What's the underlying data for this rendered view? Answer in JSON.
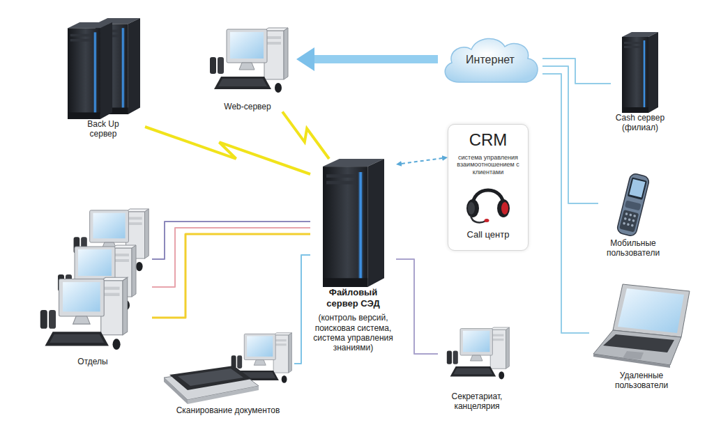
{
  "diagram": {
    "nodes": [
      {
        "text": [
          "Back Up сервер"
        ]
      },
      {
        "text": [
          "Web-сервер"
        ]
      },
      {
        "text": [
          "Интернет"
        ]
      },
      {
        "text": [
          "Cash сервер (филиал)"
        ]
      },
      {
        "text": [
          "CRM",
          "система управления взаимоотношением с клиентами",
          "Call центр"
        ]
      },
      {
        "text": [
          "Файловый сервер СЭД",
          "(контроль версий, поисковая система, система управления знаниями)"
        ]
      },
      {
        "text": [
          "Мобильные пользователи"
        ]
      },
      {
        "text": [
          "Отделы"
        ]
      },
      {
        "text": [
          "Удаленные пользователи"
        ]
      },
      {
        "text": [
          "Сканирование документов"
        ]
      },
      {
        "text": [
          "Секретариат, канцелярия"
        ]
      }
    ],
    "edges": [
      {
        "from": 2,
        "to": 1,
        "arrow": "to"
      },
      {
        "from": 0,
        "to": 5,
        "arrow": "none"
      },
      {
        "from": 1,
        "to": 5,
        "arrow": "none"
      },
      {
        "from": 5,
        "to": 4,
        "arrow": "both"
      },
      {
        "from": 2,
        "to": 3,
        "arrow": "none"
      },
      {
        "from": 2,
        "to": 6,
        "arrow": "none"
      },
      {
        "from": 2,
        "to": 8,
        "arrow": "none"
      },
      {
        "from": 7,
        "to": 5,
        "arrow": "none"
      },
      {
        "from": 7,
        "to": 5,
        "arrow": "none"
      },
      {
        "from": 7,
        "to": 5,
        "arrow": "none"
      },
      {
        "from": 9,
        "to": 5,
        "arrow": "none"
      },
      {
        "from": 5,
        "to": 10,
        "arrow": "none"
      }
    ]
  }
}
